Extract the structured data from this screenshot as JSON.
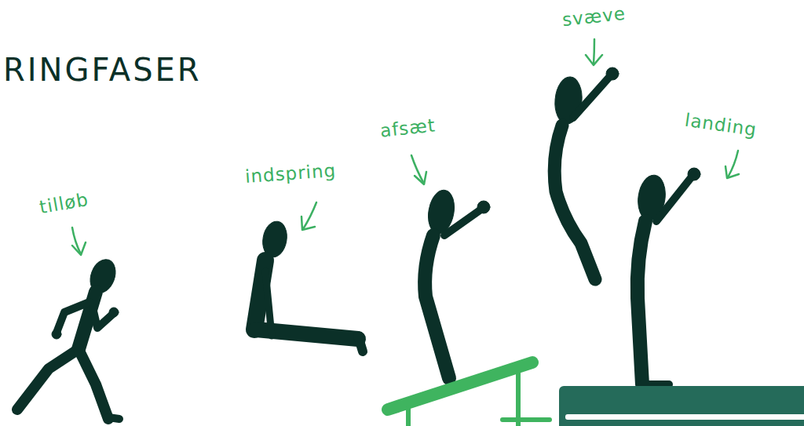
{
  "diagram": {
    "title": "RINGFASER",
    "labels": [
      "tilløb",
      "indspring",
      "afsæt",
      "svæve",
      "landing"
    ]
  }
}
